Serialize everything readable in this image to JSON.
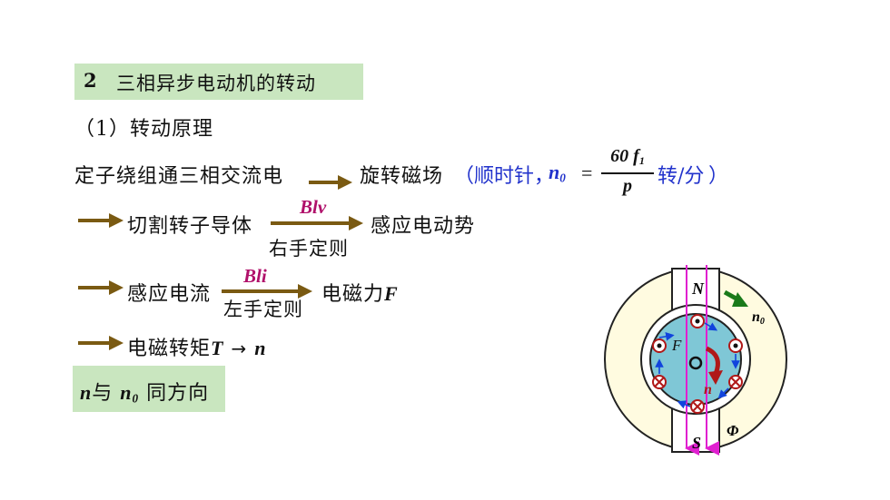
{
  "section": {
    "number": "2",
    "title": "三相异步电动机的转动"
  },
  "subsection": "（1）转动原理",
  "line1": {
    "lead": "定子绕组通三相交流电",
    "result": "旋转磁场",
    "paren_open": "（顺时针，",
    "n0_symbol": "n",
    "n0_sub": "0",
    "eq": "=",
    "frac_num": "60",
    "frac_f": "f",
    "frac_f_sub": "1",
    "frac_den": "p",
    "unit": "转/分",
    "paren_close": "）"
  },
  "line2": {
    "arrow_label": "Blv",
    "under_label": "右手定则",
    "lead": "切割转子导体",
    "result": "感应电动势"
  },
  "line3": {
    "arrow_label": "Bli",
    "under_label": "左手定则",
    "lead": "感应电流",
    "result": "电磁力",
    "result_sym": "F"
  },
  "line4": {
    "lead": "电磁转矩",
    "T": "T",
    "arrow": "→",
    "n": "n"
  },
  "conclusion": {
    "n": "n",
    "with": "与",
    "n0": "n",
    "n0_sub": "0",
    "rest": "同方向"
  },
  "diagram": {
    "north": "N",
    "south": "S",
    "n0": "n",
    "n0_sub": "0",
    "force": "F",
    "rotor_n": "n",
    "flux": "Φ",
    "colors": {
      "stator": "#fffbe0",
      "rotor": "#7fc7d6",
      "field": "#e020d0",
      "torque": "#b01818",
      "rotation": "#1a7a1a",
      "force": "#1144dd"
    }
  }
}
